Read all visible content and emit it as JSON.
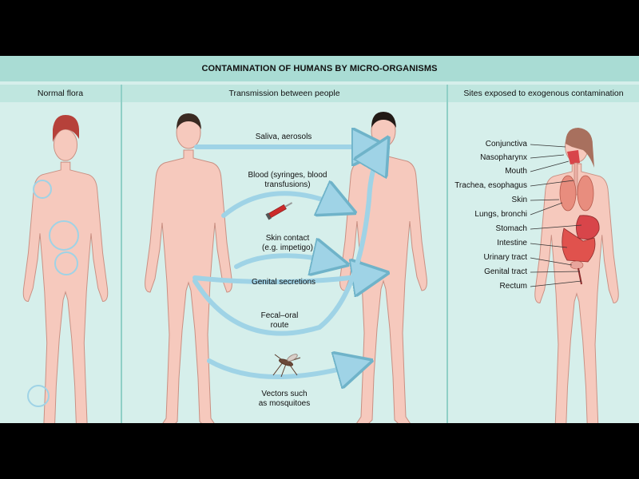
{
  "title": "CONTAMINATION OF HUMANS BY MICRO-ORGANISMS",
  "columns": {
    "left": "Normal flora",
    "middle": "Transmission between people",
    "right": "Sites exposed to exogenous contamination"
  },
  "routes": {
    "saliva": "Saliva, aerosols",
    "blood_1": "Blood (syringes, blood",
    "blood_2": "transfusions)",
    "skin_1": "Skin contact",
    "skin_2": "(e.g. impetigo)",
    "genital": "Genital secretions",
    "fecal_1": "Fecal–oral",
    "fecal_2": "route",
    "vectors_1": "Vectors such",
    "vectors_2": "as mosquitoes"
  },
  "sites": [
    "Conjunctiva",
    "Nasopharynx",
    "Mouth",
    "Trachea, esophagus",
    "Skin",
    "Lungs, bronchi",
    "Stomach",
    "Intestine",
    "Urinary tract",
    "Genital tract",
    "Rectum"
  ],
  "colors": {
    "background": "#d6efeb",
    "header": "#a9dcd4",
    "skin": "#f6c9bd",
    "arrow": "#9fd3e6"
  },
  "icons": {
    "syringe": "syringe-icon",
    "mosquito": "mosquito-icon"
  }
}
